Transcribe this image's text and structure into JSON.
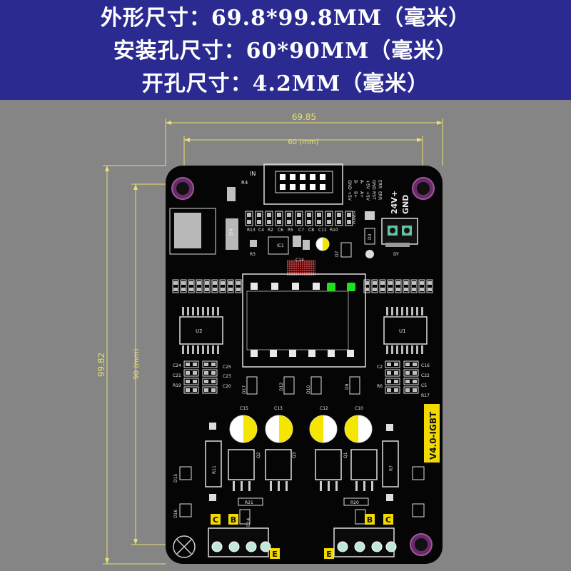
{
  "header": {
    "line1": "外形尺寸：69.8*99.8MM（毫米）",
    "line2": "安装孔尺寸：60*90MM（毫米）",
    "line3": "开孔尺寸：4.2MM（毫米）"
  },
  "dimensions": {
    "outer_width": "69.85",
    "hole_width": "60 (mm)",
    "outer_height": "99.82",
    "hole_height": "90 (mm)"
  },
  "board": {
    "connector_in": "IN",
    "in_pins_top": [
      "GND",
      "B-",
      "A-",
      "+5V",
      "GND",
      "ERR"
    ],
    "in_pins_bottom": [
      "+5V",
      "B+",
      "A+",
      "+5V",
      "RST",
      "ERR"
    ],
    "terminal_top": "24V+",
    "terminal_bottom": "GND",
    "version": "V4.0-IGBT",
    "labels": {
      "r4": "R4",
      "d4": "D4",
      "r13": "R13",
      "c4": "C4",
      "r2": "R2",
      "c6": "C6",
      "r5": "R5",
      "c7": "C7",
      "c8": "C8",
      "c11": "C11",
      "r10": "R10",
      "power": "POWER",
      "d3": "D3",
      "dy": "DY",
      "ic1": "IC1",
      "r3": "R3",
      "c14": "C14",
      "d7": "D7",
      "u2": "U2",
      "u1": "U1",
      "c24": "C24",
      "c21": "C21",
      "r19": "R19",
      "c23": "C23",
      "c25": "C25",
      "c20": "C20",
      "c16": "C16",
      "c2": "C2",
      "c22": "C22",
      "r6": "R6",
      "c5": "C5",
      "r17": "R17",
      "d17": "D17",
      "d12": "D12",
      "d10": "D10",
      "d9": "D9",
      "c15": "C15",
      "c13": "C13",
      "c12": "C12",
      "c10": "C10",
      "r11": "R11",
      "q2": "Q2",
      "q3": "Q3",
      "q1": "Q1",
      "r7": "R7",
      "r21": "R21",
      "r20": "R20",
      "d15": "D15",
      "d16": "D16",
      "d14": "D14",
      "c_left": "C",
      "b_left": "B",
      "e_left": "E",
      "c_right": "C",
      "b_right": "B",
      "e_right": "E"
    }
  }
}
